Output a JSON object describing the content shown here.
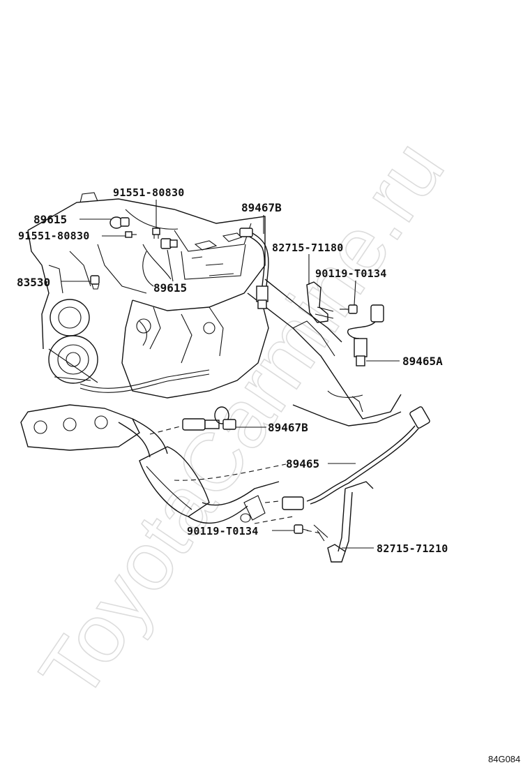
{
  "watermark": "ToyotaCarmine.ru",
  "figure_code": "84G084",
  "labels": [
    {
      "id": "l-91551-top",
      "text": "91551-80830"
    },
    {
      "id": "l-89615-left",
      "text": "89615"
    },
    {
      "id": "l-91551-left",
      "text": "91551-80830"
    },
    {
      "id": "l-83530",
      "text": "83530"
    },
    {
      "id": "l-89615-mid",
      "text": "89615"
    },
    {
      "id": "l-89467B-top",
      "text": "89467B"
    },
    {
      "id": "l-82715-71180",
      "text": "82715-71180"
    },
    {
      "id": "l-90119-top",
      "text": "90119-T0134"
    },
    {
      "id": "l-89465A",
      "text": "89465A"
    },
    {
      "id": "l-89467B-mid",
      "text": "89467B"
    },
    {
      "id": "l-89465",
      "text": "89465"
    },
    {
      "id": "l-90119-bottom",
      "text": "90119-T0134"
    },
    {
      "id": "l-82715-71210",
      "text": "82715-71210"
    }
  ]
}
